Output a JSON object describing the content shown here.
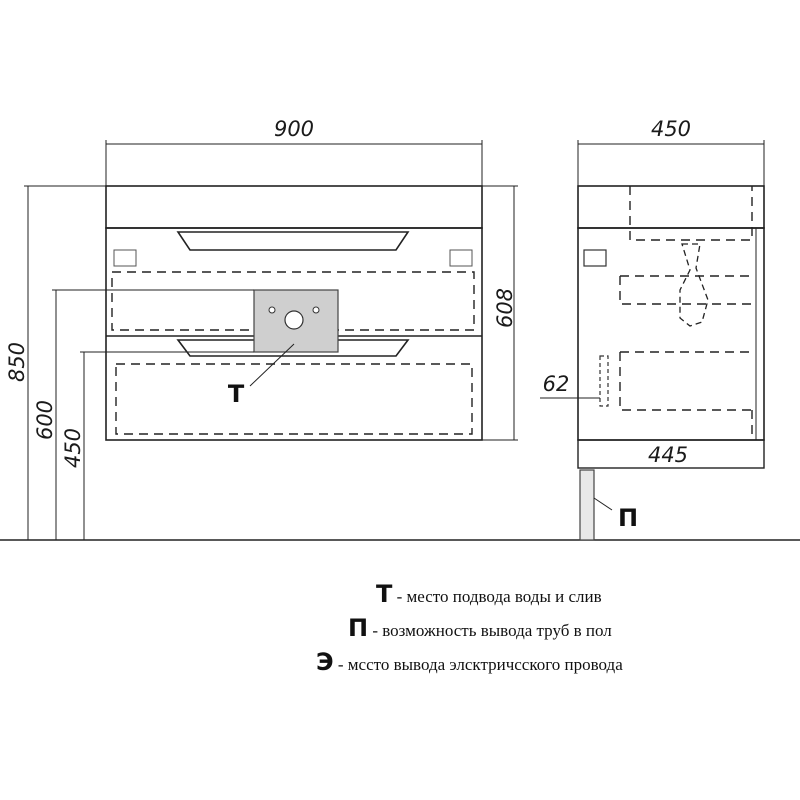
{
  "dimensions": {
    "width_front": "900",
    "depth_top": "450",
    "depth_bottom": "445",
    "total_height": "850",
    "height_600": "600",
    "height_450": "450",
    "cabinet_height": "608",
    "offset_62": "62"
  },
  "markers": {
    "water": "Т",
    "floor": "П"
  },
  "legend": [
    {
      "symbol": "Т",
      "text": " - место подвода воды и слив"
    },
    {
      "symbol": "П",
      "text": " - возможность вывода труб в пол"
    },
    {
      "symbol": "Э",
      "text": " -  мсcто вывода элсктричсского провода"
    }
  ]
}
